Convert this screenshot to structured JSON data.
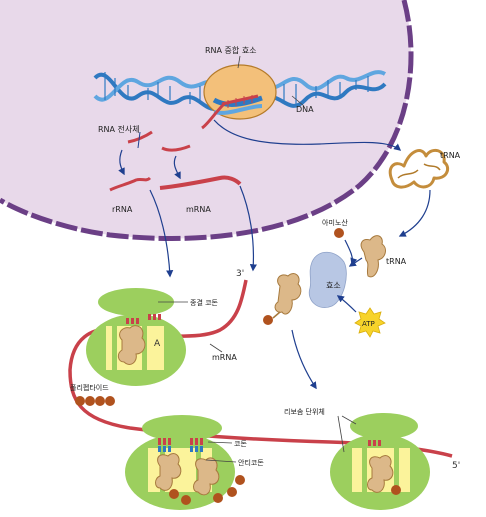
{
  "labels": {
    "rna_polymerase": "RNA 중합 효소",
    "dna": "DNA",
    "rna_transcript": "RNA 전사체",
    "trna_top": "tRNA",
    "rrna": "rRNA",
    "mrna_top": "mRNA",
    "amino_acid": "아미노산",
    "trna_mid": "tRNA",
    "enzyme": "효소",
    "atp": "ATP",
    "three_prime": "3'",
    "stop_codon": "종결 코돈",
    "site_a": "A",
    "mrna_bottom": "mRNA",
    "polypeptide": "폴리펩타이드",
    "ribosome_subunit": "리보솜 단위체",
    "codon": "코돈",
    "anticodon": "안티코돈",
    "five_prime": "5'"
  },
  "colors": {
    "nucleus": "#e8d9ea",
    "nucleus_border": "#6b3f86",
    "dna_blue": "#2f79c1",
    "polymerase": "#f3c07a",
    "rna_red": "#c9414a",
    "trna_tan": "#c48d3c",
    "ribosome_green": "#9ccf5e",
    "ribosome_yellow": "#fbf39b",
    "amino_brown": "#b0521e",
    "enzyme_blue": "#b8c7e4",
    "atp_yellow": "#f7d32a",
    "arrow": "#1f3f8f"
  }
}
